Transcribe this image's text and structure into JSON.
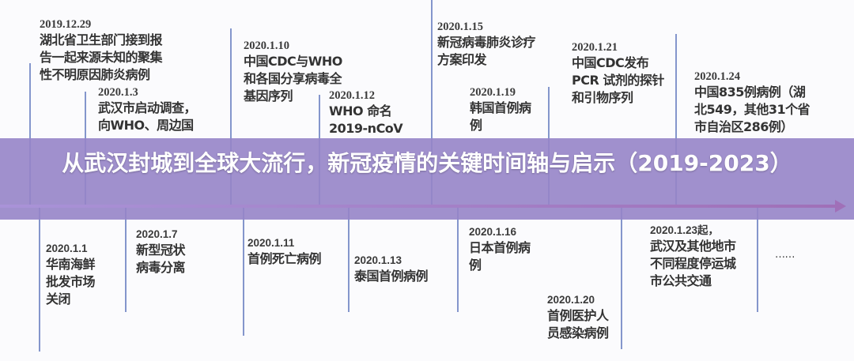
{
  "title": "从武汉封城到全球大流行，新冠疫情的关键时间轴与启示（2019-2023）",
  "colors": {
    "banner": "#9684c8",
    "axis": "#a070b8",
    "lines": "#8496cc",
    "text": "#333333"
  },
  "top_events": [
    {
      "date": "2019.12.29",
      "text": "湖北省卫生部门接到报\n告一起来源未知的聚集\n性不明原因肺炎病例"
    },
    {
      "date": "2020.1.3",
      "text": "武汉市启动调查，\n向WHO、周边国"
    },
    {
      "date": "2020.1.10",
      "text": "中国CDC与WHO\n和各国分享病毒全\n基因序列"
    },
    {
      "date": "2020.1.12",
      "text": "WHO 命名\n2019-nCoV"
    },
    {
      "date": "2020.1.15",
      "text": "新冠病毒肺炎诊疗\n方案印发"
    },
    {
      "date": "2020.1.19",
      "text": "韩国首例病\n例"
    },
    {
      "date": "2020.1.21",
      "text": "中国CDC发布\nPCR 试剂的探针\n和引物序列"
    },
    {
      "date": "2020.1.24",
      "text": "中国835例病例（湖\n北549，其他31个省\n市自治区286例）"
    }
  ],
  "bottom_events": [
    {
      "date": "2020.1.1",
      "text": "华南海鲜\n批发市场\n关闭"
    },
    {
      "date": "2020.1.7",
      "text": "新型冠状\n病毒分离"
    },
    {
      "date": "2020.1.11",
      "text": "首例死亡病例"
    },
    {
      "date": "2020.1.13",
      "text": "泰国首例病例"
    },
    {
      "date": "2020.1.16",
      "text": "日本首例病\n例"
    },
    {
      "date": "2020.1.20",
      "text": "首例医护人\n员感染病例"
    },
    {
      "date": "2020.1.23起，",
      "text": "武汉及其他地市\n不同程度停运城\n市公共交通"
    },
    {
      "date": "",
      "text": "……"
    }
  ]
}
